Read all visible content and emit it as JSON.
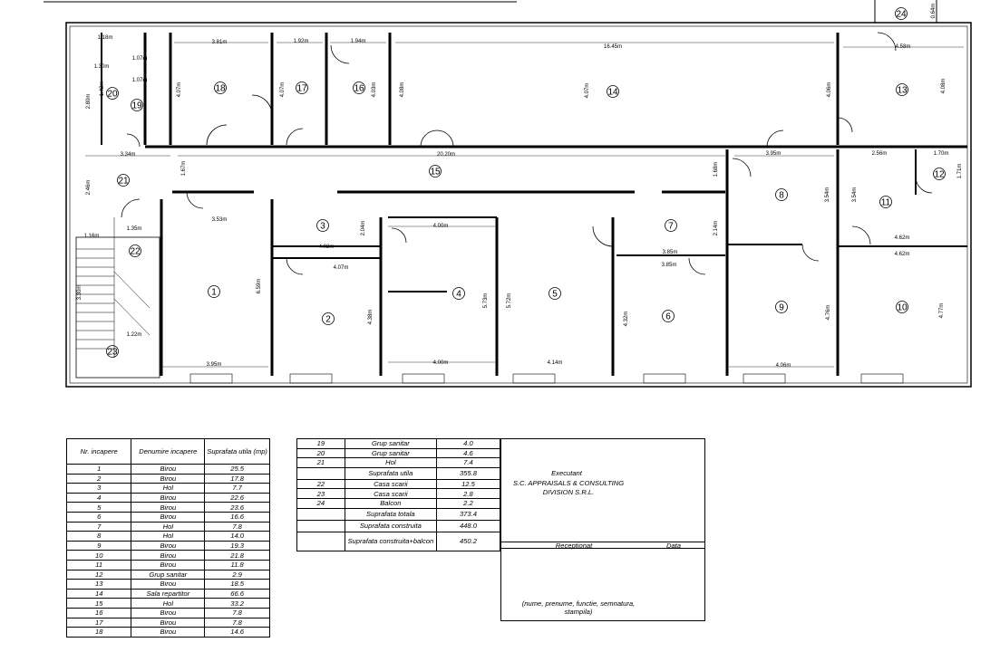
{
  "rooms": [
    {
      "n": "1",
      "dims": [
        "3.53m",
        "6.59m",
        "3.95m"
      ]
    },
    {
      "n": "2",
      "dims": [
        "4.07m",
        "4.38m"
      ]
    },
    {
      "n": "3",
      "dims": [
        "4.02m",
        "2.04m"
      ]
    },
    {
      "n": "4",
      "dims": [
        "4.00m",
        "5.73m",
        "4.00m"
      ]
    },
    {
      "n": "5",
      "dims": [
        "5.72m",
        "4.14m"
      ]
    },
    {
      "n": "6",
      "dims": [
        "3.85m",
        "4.32m"
      ]
    },
    {
      "n": "7",
      "dims": [
        "3.85m",
        "2.14m"
      ]
    },
    {
      "n": "8",
      "dims": [
        "3.95m",
        "3.54m"
      ]
    },
    {
      "n": "9",
      "dims": [
        "4.76m",
        "4.06m"
      ]
    },
    {
      "n": "10",
      "dims": [
        "4.62m",
        "4.77m"
      ]
    },
    {
      "n": "11",
      "dims": [
        "2.56m",
        "3.54m",
        "4.62m"
      ]
    },
    {
      "n": "12",
      "dims": [
        "1.70m",
        "1.71m"
      ]
    },
    {
      "n": "13",
      "dims": [
        "4.58m",
        "4.08m"
      ]
    },
    {
      "n": "14",
      "dims": [
        "16.45m",
        "4.08m",
        "4.07m",
        "4.06m"
      ]
    },
    {
      "n": "15",
      "dims": [
        "20.20m",
        "1.67m",
        "1.68m"
      ]
    },
    {
      "n": "16",
      "dims": [
        "1.94m",
        "4.03m"
      ]
    },
    {
      "n": "17",
      "dims": [
        "1.92m",
        "4.07m"
      ]
    },
    {
      "n": "18",
      "dims": [
        "3.81m",
        "4.07m"
      ]
    },
    {
      "n": "19",
      "dims": [
        "1.07m",
        "1.07m"
      ]
    },
    {
      "n": "20",
      "dims": [
        "1.18m",
        "1.30m",
        "2.80m",
        "1.42m"
      ]
    },
    {
      "n": "21",
      "dims": [
        "3.34m",
        "2.46m"
      ]
    },
    {
      "n": "22",
      "dims": [
        "1.16m",
        "1.35m",
        "3.30m"
      ]
    },
    {
      "n": "23",
      "dims": [
        "1.22m"
      ]
    },
    {
      "n": "24",
      "dims": [
        "0.64m"
      ]
    }
  ],
  "table1": {
    "headers": [
      "Nr. incapere",
      "Denumire incapere",
      "Suprafata utila (mp)"
    ],
    "rows": [
      [
        "1",
        "Birou",
        "25.5"
      ],
      [
        "2",
        "Birou",
        "17.8"
      ],
      [
        "3",
        "Hol",
        "7.7"
      ],
      [
        "4",
        "Birou",
        "22.6"
      ],
      [
        "5",
        "Birou",
        "23.6"
      ],
      [
        "6",
        "Birou",
        "16.6"
      ],
      [
        "7",
        "Hol",
        "7.8"
      ],
      [
        "8",
        "Hol",
        "14.0"
      ],
      [
        "9",
        "Birou",
        "19.3"
      ],
      [
        "10",
        "Birou",
        "21.8"
      ],
      [
        "11",
        "Birou",
        "11.8"
      ],
      [
        "12",
        "Grup sanitar",
        "2.9"
      ],
      [
        "13",
        "Birou",
        "18.5"
      ],
      [
        "14",
        "Sala repartitor",
        "66.6"
      ],
      [
        "15",
        "Hol",
        "33.2"
      ],
      [
        "16",
        "Birou",
        "7.8"
      ],
      [
        "17",
        "Birou",
        "7.8"
      ],
      [
        "18",
        "Birou",
        "14.6"
      ]
    ]
  },
  "table2": {
    "rows": [
      [
        "19",
        "Grup sanitar",
        "4.0"
      ],
      [
        "20",
        "Grup sanitar",
        "4.6"
      ],
      [
        "21",
        "Hol",
        "7.4"
      ],
      [
        "",
        "Suprafata utila",
        "355.8"
      ],
      [
        "22",
        "Casa scarii",
        "12.5"
      ],
      [
        "23",
        "Casa scarii",
        "2.8"
      ],
      [
        "24",
        "Balcon",
        "2.2"
      ],
      [
        "",
        "Suprafata totala",
        "373.4"
      ],
      [
        "",
        "Suprafata construita",
        "448.0"
      ],
      [
        "",
        "Suprafata construita+balcon",
        "450.2"
      ]
    ]
  },
  "executant": {
    "label": "Executant",
    "company": "S.C. APPRAISALS & CONSULTING DIVISION S.R.L."
  },
  "approval": {
    "received": "Receptionat",
    "date": "Data",
    "note": "(nume, prenume, functie, semnatura, stampila)"
  }
}
